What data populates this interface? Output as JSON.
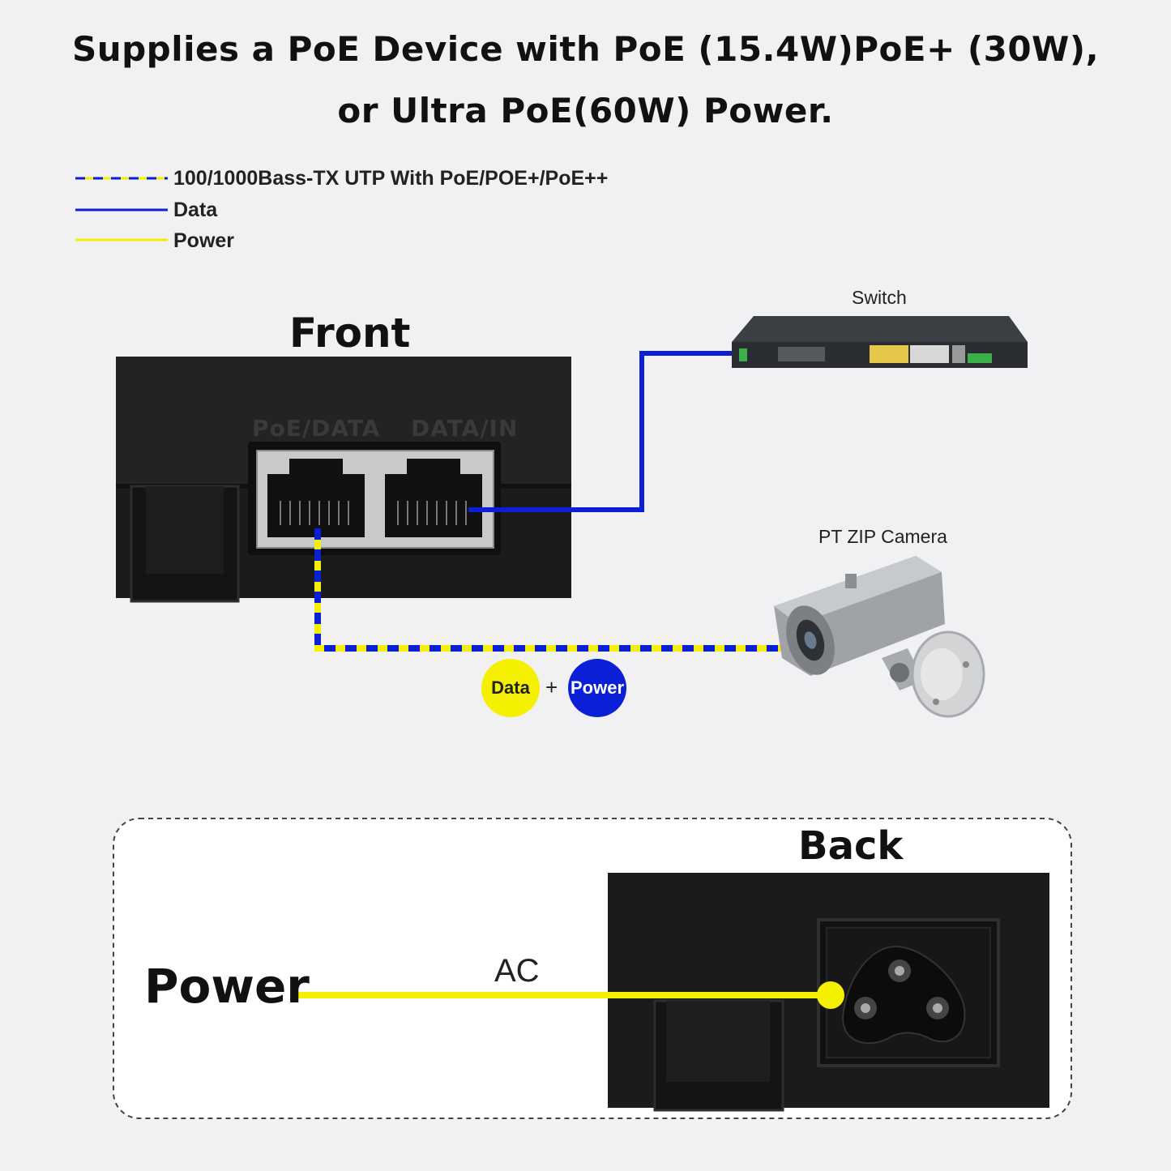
{
  "title": {
    "line1": "Supplies a PoE Device with PoE (15.4W)PoE+ (30W),",
    "line2": "or Ultra PoE(60W) Power."
  },
  "legend": [
    {
      "label": "100/1000Bass-TX UTP With PoE/POE+/PoE++",
      "style": "dashed-blue-yellow"
    },
    {
      "label": "Data",
      "style": "solid-blue"
    },
    {
      "label": "Power",
      "style": "solid-yellow"
    }
  ],
  "front": {
    "heading": "Front",
    "port_left": "PoE/DATA",
    "port_right": "DATA/IN"
  },
  "switch_label": "Switch",
  "camera_label": "PT ZIP Camera",
  "badges": {
    "data": "Data",
    "plus": "+",
    "power": "Power"
  },
  "back": {
    "heading": "Back",
    "power_label": "Power",
    "ac_label": "AC"
  },
  "colors": {
    "data": "#0b1fd6",
    "power": "#f5f000",
    "device": "#1b1b1b"
  }
}
